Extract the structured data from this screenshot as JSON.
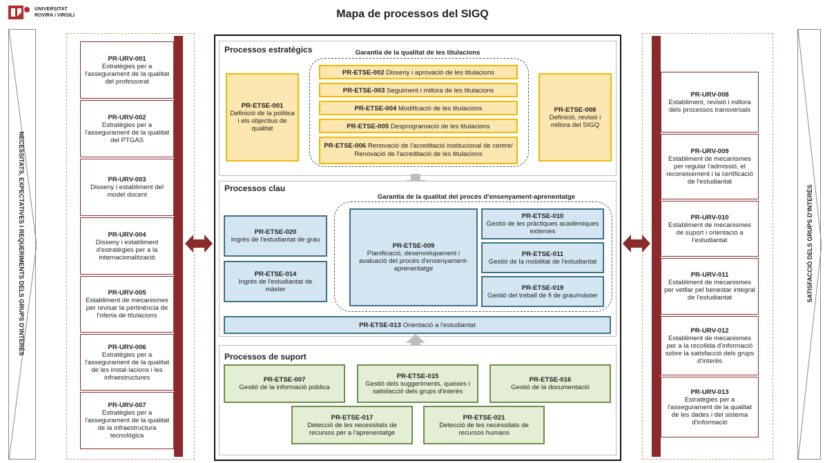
{
  "header": {
    "logo_line1": "UNIVERSITAT",
    "logo_line2": "ROVIRA i VIRGILI",
    "title": "Mapa de processos del SIGQ"
  },
  "left_label": "NECESSITATS, EXPECTATIVES I REQUERIMENTS DELS GRUPS D'INTERÈS",
  "right_label": "SATISFACCIÓ DELS GRUPS D'INTERÈS",
  "left_processes": [
    {
      "code": "PR-URV-001",
      "text": "Estratègies per a l'assegurament de la qualitat del professorat"
    },
    {
      "code": "PR-URV-002",
      "text": "Estratègies per a l'assegurament de la qualitat del PTGAS"
    },
    {
      "code": "PR-URV-003",
      "text": "Disseny i establiment del model docent"
    },
    {
      "code": "PR-URV-004",
      "text": "Disseny i establiment d'estratègies per a la internacionalització"
    },
    {
      "code": "PR-URV-005",
      "text": "Establiment de mecanismes per revisar la pertinència de l'oferta de titulacions"
    },
    {
      "code": "PR-URV-006",
      "text": "Estratègies per a l'assegurament de la qualitat de les instal·lacions i les infraestructures"
    },
    {
      "code": "PR-URV-007",
      "text": "Estratègies per a l'assegurament de la qualitat de la infraestructura tecnològica"
    }
  ],
  "right_processes": [
    {
      "code": "PR-URV-008",
      "text": "Establiment, revisió i millora dels processos transversals"
    },
    {
      "code": "PR-URV-009",
      "text": "Establiment de mecanismes per regular l'admissió, el reconeixement i la certificació de l'estudiantat"
    },
    {
      "code": "PR-URV-010",
      "text": "Establiment de mecanismes de suport i orientació a l'estudiantat"
    },
    {
      "code": "PR-URV-011",
      "text": "Establiment de mecanismes per vetllar pel benestar integral de l'estudiantat"
    },
    {
      "code": "PR-URV-012",
      "text": "Establiment de mecanismes per a la recollida d'informació sobre la satisfacció dels grups d'interès"
    },
    {
      "code": "PR-URV-013",
      "text": "Estratègies per a l'assegurament de la qualitat de les dades i del sistema d'informació"
    }
  ],
  "strategic": {
    "title": "Processos estratègics",
    "group_title": "Garantia de la qualitat de les titulacions",
    "etse001": {
      "code": "PR-ETSE-001",
      "text": "Definició de la política i els objectius de qualitat"
    },
    "etse008": {
      "code": "PR-ETSE-008",
      "text": "Definició, revisió i millora del SIGQ"
    },
    "items": [
      {
        "code": "PR-ETSE-002",
        "text": "Disseny i aprovació de les titulacions"
      },
      {
        "code": "PR-ETSE-003",
        "text": "Seguiment i millora de les titulacions"
      },
      {
        "code": "PR-ETSE-004",
        "text": "Modificació de les titulacions"
      },
      {
        "code": "PR-ETSE-005",
        "text": "Desprogramació de les titulacions"
      },
      {
        "code": "PR-ETSE-006",
        "text": "Renovació de l'acreditació institucional de centre/ Renovació de l'acreditació de les titulacions"
      }
    ]
  },
  "key": {
    "title": "Processos clau",
    "group_title": "Garantia de la qualitat del procés d'ensenyament-aprenentatge",
    "etse020": {
      "code": "PR-ETSE-020",
      "text": "Ingrés de l'estudiantat de grau"
    },
    "etse014": {
      "code": "PR-ETSE-014",
      "text": "Ingrés de l'estudiantat de màster"
    },
    "etse009": {
      "code": "PR-ETSE-009",
      "text": "Planificació, desenvolupament i avaluació del procés d'ensenyament-aprenentatge"
    },
    "etse010": {
      "code": "PR-ETSE-010",
      "text": "Gestió de les pràctiques acadèmiques externes"
    },
    "etse011": {
      "code": "PR-ETSE-011",
      "text": "Gestió de la mobilitat de l'estudiantat"
    },
    "etse019": {
      "code": "PR-ETSE-019",
      "text": "Gestió del treball de fi de grau/màster"
    },
    "etse013": {
      "code": "PR-ETSE-013",
      "text": "Orientació a l'estudiantat"
    }
  },
  "support": {
    "title": "Processos de suport",
    "etse007": {
      "code": "PR-ETSE-007",
      "text": "Gestió de la informació pública"
    },
    "etse015": {
      "code": "PR-ETSE-015",
      "text": "Gestió dels suggeriments, queixes i satisfacció dels grups d'interès"
    },
    "etse016": {
      "code": "PR-ETSE-016",
      "text": "Gestió de la documentació"
    },
    "etse017": {
      "code": "PR-ETSE-017",
      "text": "Detecció de les necessitats de recursos per a l'aprenentatge"
    },
    "etse021": {
      "code": "PR-ETSE-021",
      "text": "Detecció de les necessitats de recursos humans"
    }
  },
  "colors": {
    "urv_red": "#8b2a2a",
    "strategic_fill": "#fde7b0",
    "strategic_border": "#f0b800",
    "key_fill": "#d4e6f1",
    "key_border": "#3f6f87",
    "support_fill": "#e3eed4",
    "support_border": "#6c8e47"
  }
}
